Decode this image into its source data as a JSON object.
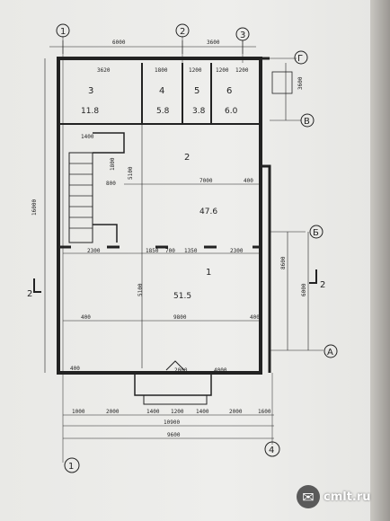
{
  "axes": {
    "top_1": "1",
    "top_2": "2",
    "top_3": "3",
    "bottom_1": "1",
    "bottom_4": "4",
    "right_g": "Г",
    "right_v": "В",
    "right_b": "Б",
    "right_a": "А"
  },
  "top_dims": [
    "6000",
    "3600"
  ],
  "top_room_dims": [
    "3620",
    "1800",
    "1200",
    "1200",
    "1200"
  ],
  "rooms": [
    {
      "num": "1",
      "area": "51.5"
    },
    {
      "num": "2",
      "area": "47.6"
    },
    {
      "num": "3",
      "area": "11.8"
    },
    {
      "num": "4",
      "area": "5.8"
    },
    {
      "num": "5",
      "area": "3.8"
    },
    {
      "num": "6",
      "area": "6.0"
    }
  ],
  "interior_dims": {
    "d7000": "7000",
    "d9800": "9800",
    "d400a": "400",
    "d400b": "400",
    "d400c": "400",
    "d2300": "2300",
    "d1850": "1850",
    "d700": "700",
    "d1350": "1350",
    "d2300b": "2300",
    "d1400": "1400",
    "d800": "800",
    "d5100": "5100",
    "d1800": "1800",
    "d5100b": "5100",
    "d2000": "2000",
    "d4000": "4000",
    "d400d": "400"
  },
  "left_dims": {
    "total": "16000",
    "section": "2"
  },
  "right_dims": {
    "d6000": "6000",
    "d8600": "8600",
    "d3600": "3600",
    "section": "2"
  },
  "bottom_dims": {
    "row1": [
      "1000",
      "2000",
      "1400",
      "1200",
      "1400",
      "2000",
      "1600"
    ],
    "row2": "10900",
    "row3": "9600"
  },
  "watermark": "cmlt.ru"
}
